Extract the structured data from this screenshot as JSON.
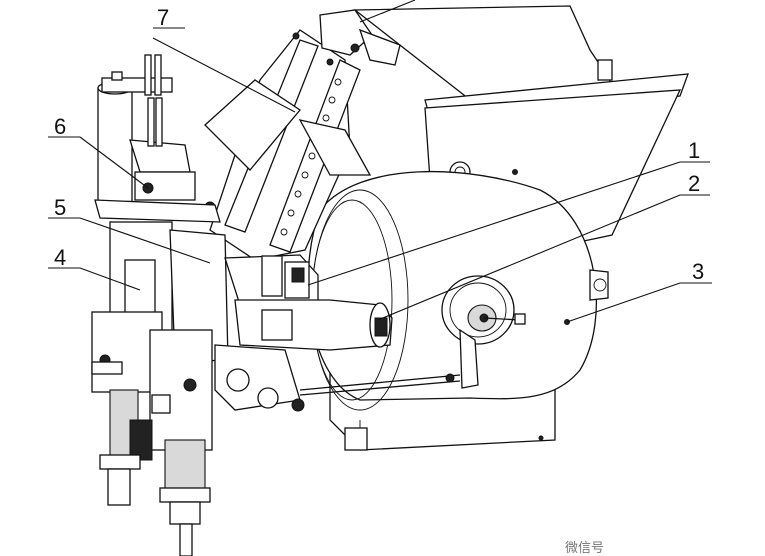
{
  "callouts": [
    {
      "id": "1",
      "text": "1"
    },
    {
      "id": "2",
      "text": "2"
    },
    {
      "id": "3",
      "text": "3"
    },
    {
      "id": "4",
      "text": "4"
    },
    {
      "id": "5",
      "text": "5"
    },
    {
      "id": "6",
      "text": "6"
    },
    {
      "id": "7",
      "text": "7"
    }
  ],
  "watermark": "微信号"
}
